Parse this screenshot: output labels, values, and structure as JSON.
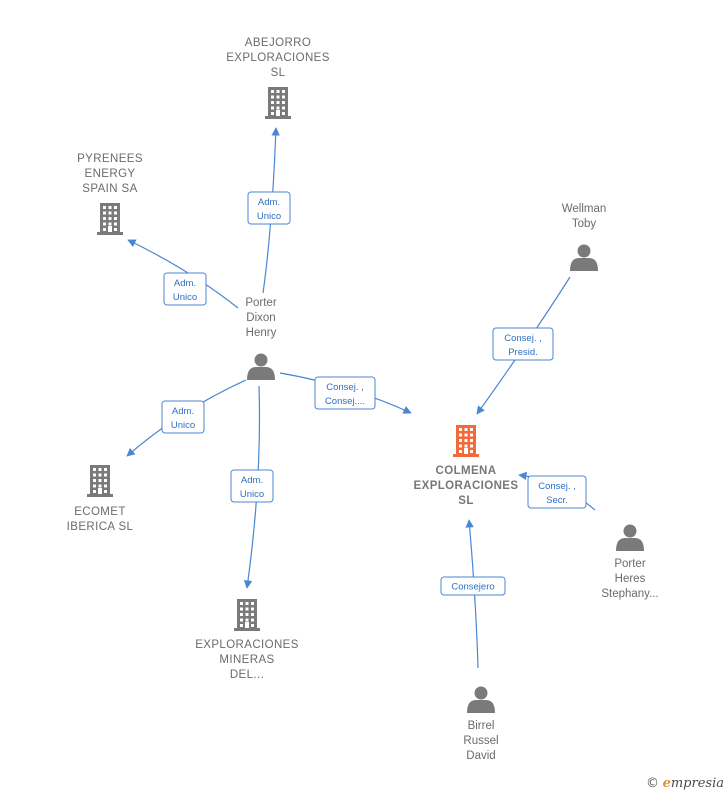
{
  "nodes": [
    {
      "id": "abejorro",
      "type": "company",
      "lines": [
        "ABEJORRO",
        "EXPLORACIONES",
        "SL"
      ],
      "color": "#7a7a7a"
    },
    {
      "id": "pyrenees",
      "type": "company",
      "lines": [
        "PYRENEES",
        "ENERGY",
        "SPAIN SA"
      ],
      "color": "#7a7a7a"
    },
    {
      "id": "wellman",
      "type": "person",
      "lines": [
        "Wellman",
        "Toby"
      ],
      "color": "#7a7a7a"
    },
    {
      "id": "porter-dixon",
      "type": "person",
      "lines": [
        "Porter",
        "Dixon",
        "Henry"
      ],
      "color": "#7a7a7a"
    },
    {
      "id": "colmena",
      "type": "company",
      "main": true,
      "lines": [
        "COLMENA",
        "EXPLORACIONES",
        "SL"
      ],
      "color": "#f26a3a"
    },
    {
      "id": "ecomet",
      "type": "company",
      "lines": [
        "ECOMET",
        "IBERICA  SL"
      ],
      "color": "#7a7a7a"
    },
    {
      "id": "exploraciones-mineras",
      "type": "company",
      "lines": [
        "EXPLORACIONES",
        "MINERAS",
        "DEL..."
      ],
      "color": "#7a7a7a"
    },
    {
      "id": "porter-heres",
      "type": "person",
      "lines": [
        "Porter",
        "Heres",
        "Stephany..."
      ],
      "color": "#7a7a7a"
    },
    {
      "id": "birrel",
      "type": "person",
      "lines": [
        "Birrel",
        "Russel",
        "David"
      ],
      "color": "#7a7a7a"
    }
  ],
  "edges": [
    {
      "id": "e1",
      "from": "porter-dixon",
      "to": "abejorro",
      "label": [
        "Adm.",
        "Unico"
      ]
    },
    {
      "id": "e2",
      "from": "porter-dixon",
      "to": "pyrenees",
      "label": [
        "Adm.",
        "Unico"
      ]
    },
    {
      "id": "e3",
      "from": "porter-dixon",
      "to": "colmena",
      "label": [
        "Consej. ,",
        "Consej...."
      ]
    },
    {
      "id": "e4",
      "from": "porter-dixon",
      "to": "ecomet",
      "label": [
        "Adm.",
        "Unico"
      ]
    },
    {
      "id": "e5",
      "from": "porter-dixon",
      "to": "exploraciones-mineras",
      "label": [
        "Adm.",
        "Unico"
      ]
    },
    {
      "id": "e6",
      "from": "wellman",
      "to": "colmena",
      "label": [
        "Consej. ,",
        "Presid."
      ]
    },
    {
      "id": "e7",
      "from": "porter-heres",
      "to": "colmena",
      "label": [
        "Consej. ,",
        "Secr."
      ]
    },
    {
      "id": "e8",
      "from": "birrel",
      "to": "colmena",
      "label": [
        "Consejero"
      ]
    }
  ],
  "colors": {
    "edge": "#4a86d4",
    "edge_text": "#2f6fc3",
    "node": "#7a7a7a",
    "main": "#f26a3a",
    "brand_accent": "#e8912c"
  },
  "brand": {
    "copyright": "©",
    "initial": "e",
    "rest": "mpresia"
  }
}
